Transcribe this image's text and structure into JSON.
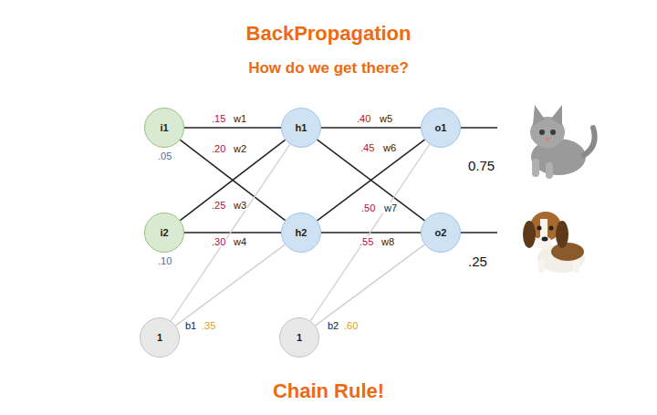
{
  "diagram": {
    "title": "BackPropagation",
    "caption": "Chain Rule!",
    "nodes": [
      {
        "text": [
          "i1"
        ]
      },
      {
        "text": [
          "h1"
        ]
      },
      {
        "text": [
          "o1"
        ]
      },
      {
        "text": [
          "i2"
        ]
      },
      {
        "text": [
          "h2"
        ]
      },
      {
        "text": [
          "o2"
        ]
      },
      {
        "text": [
          "1"
        ]
      },
      {
        "text": [
          "1"
        ]
      }
    ],
    "edges": [
      {
        "from": 0,
        "to": 1,
        "arrow": "none",
        "label": ".15"
      },
      {
        "from": 3,
        "to": 1,
        "arrow": "none",
        "label": ".20"
      },
      {
        "from": 0,
        "to": 4,
        "arrow": "none",
        "label": ".25"
      },
      {
        "from": 3,
        "to": 4,
        "arrow": "none",
        "label": ".30"
      },
      {
        "from": 1,
        "to": 2,
        "arrow": "none",
        "label": ".40"
      },
      {
        "from": 4,
        "to": 2,
        "arrow": "none",
        "label": ".45"
      },
      {
        "from": 1,
        "to": 5,
        "arrow": "none",
        "label": ".50"
      },
      {
        "from": 4,
        "to": 5,
        "arrow": "none",
        "label": ".55"
      },
      {
        "from": 6,
        "to": 1,
        "arrow": "none"
      },
      {
        "from": 6,
        "to": 4,
        "arrow": "none"
      },
      {
        "from": 7,
        "to": 2,
        "arrow": "none"
      },
      {
        "from": 7,
        "to": 5,
        "arrow": "none"
      }
    ],
    "labels": [
      "How do we get there?",
      ".05",
      ".10",
      "w1",
      "w2",
      "w3",
      "w4",
      "w5",
      "w6",
      "w7",
      "w8",
      "b1",
      ".35",
      "b2",
      ".60",
      "0.75",
      ".25"
    ]
  }
}
